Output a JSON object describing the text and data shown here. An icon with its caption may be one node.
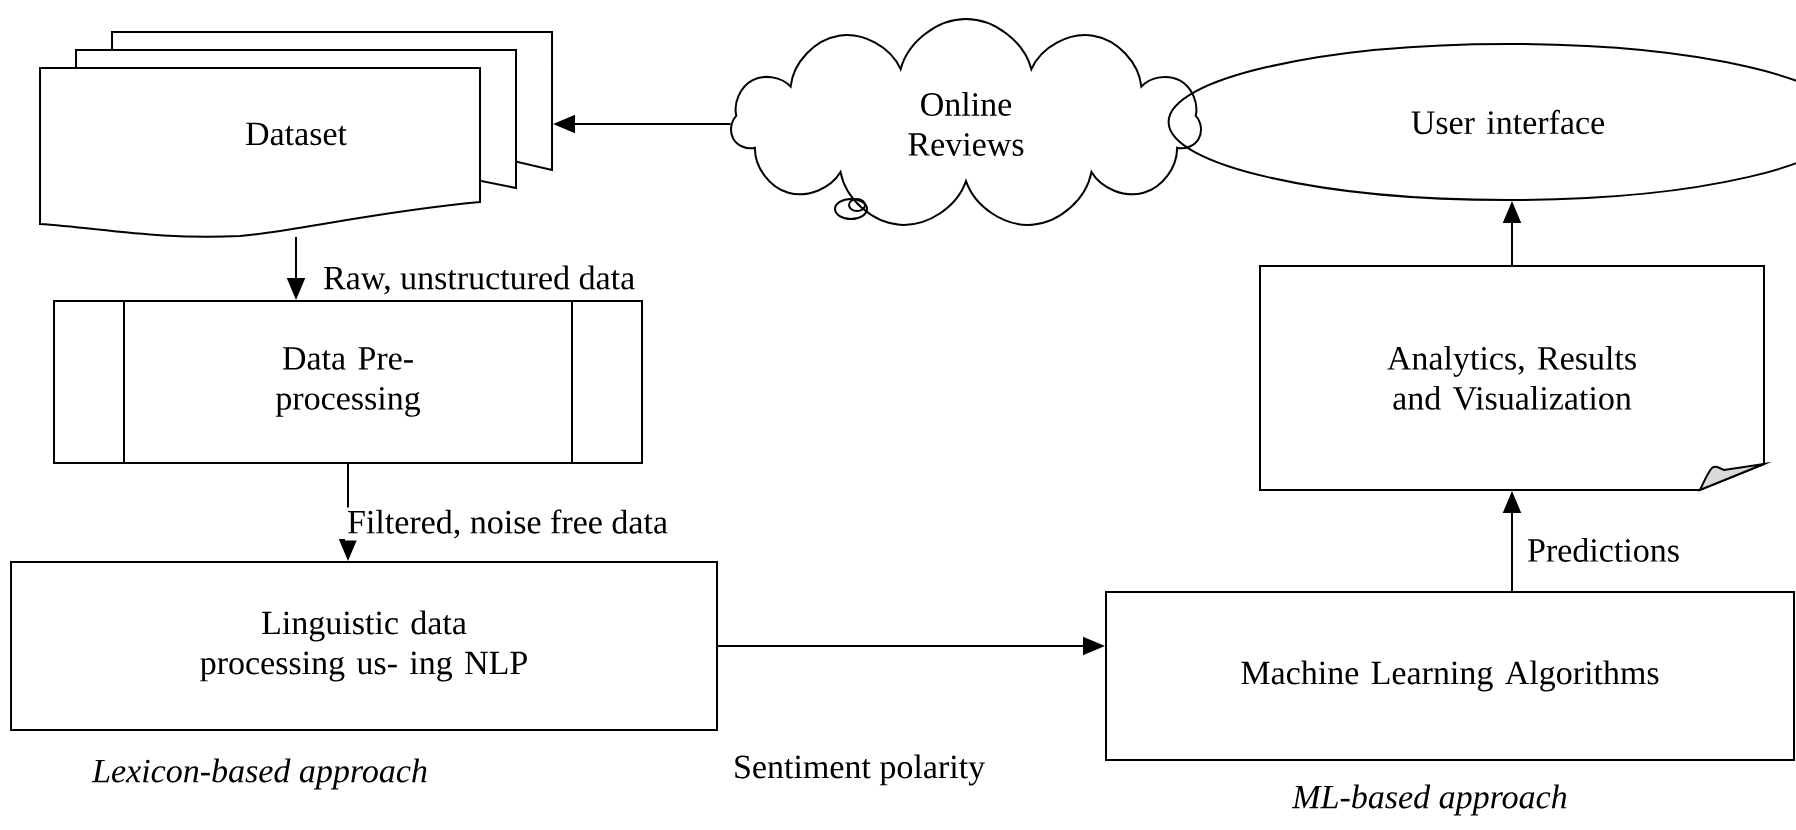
{
  "diagram": {
    "nodes": [
      {
        "text": [
          "Dataset"
        ]
      },
      {
        "text": [
          "Online Reviews"
        ]
      },
      {
        "text": [
          "User interface"
        ]
      },
      {
        "text": [
          "Data Pre- processing"
        ]
      },
      {
        "text": [
          "Analytics, Results and Visualization"
        ]
      },
      {
        "text": [
          "Linguistic data processing us- ing NLP"
        ],
        "beside": [
          "Lexicon-based approach"
        ]
      },
      {
        "text": [
          "Machine Learning Algorithms"
        ],
        "beside": [
          "ML-based approach"
        ]
      }
    ],
    "edges": [
      {
        "from": 1,
        "to": 0,
        "arrow": "to"
      },
      {
        "from": 0,
        "to": 3,
        "arrow": "to",
        "label": "Raw, unstructured data"
      },
      {
        "from": 3,
        "to": 5,
        "arrow": "to",
        "label": "Filtered, noise free data"
      },
      {
        "from": 5,
        "to": 6,
        "arrow": "to",
        "label": "Sentiment polarity"
      },
      {
        "from": 6,
        "to": 4,
        "arrow": "to",
        "label": "Predictions"
      },
      {
        "from": 4,
        "to": 2,
        "arrow": "to"
      }
    ]
  }
}
